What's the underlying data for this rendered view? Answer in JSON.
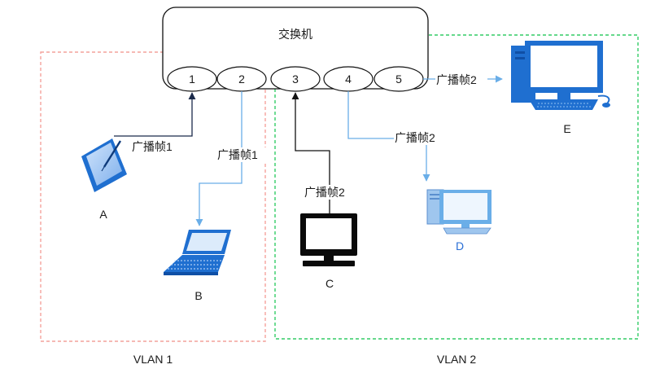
{
  "switch": {
    "label": "交换机"
  },
  "ports": [
    "1",
    "2",
    "3",
    "4",
    "5"
  ],
  "frames": {
    "a_to_port1": "广播帧1",
    "port2_to_b": "广播帧1",
    "c_to_port3": "广播帧2",
    "port4_to_d": "广播帧2",
    "port5_to_e": "广播帧2"
  },
  "devices": {
    "a": "A",
    "b": "B",
    "c": "C",
    "d": "D",
    "e": "E"
  },
  "vlans": {
    "vlan1": "VLAN 1",
    "vlan2": "VLAN 2"
  },
  "colors": {
    "vlan1_border": "#f4a29c",
    "vlan2_border": "#33cc66",
    "dark_link": "#1b2a4a",
    "blue_link": "#6aaee8",
    "device_blue": "#1f6fd0",
    "label_d": "#2a6fd6"
  }
}
